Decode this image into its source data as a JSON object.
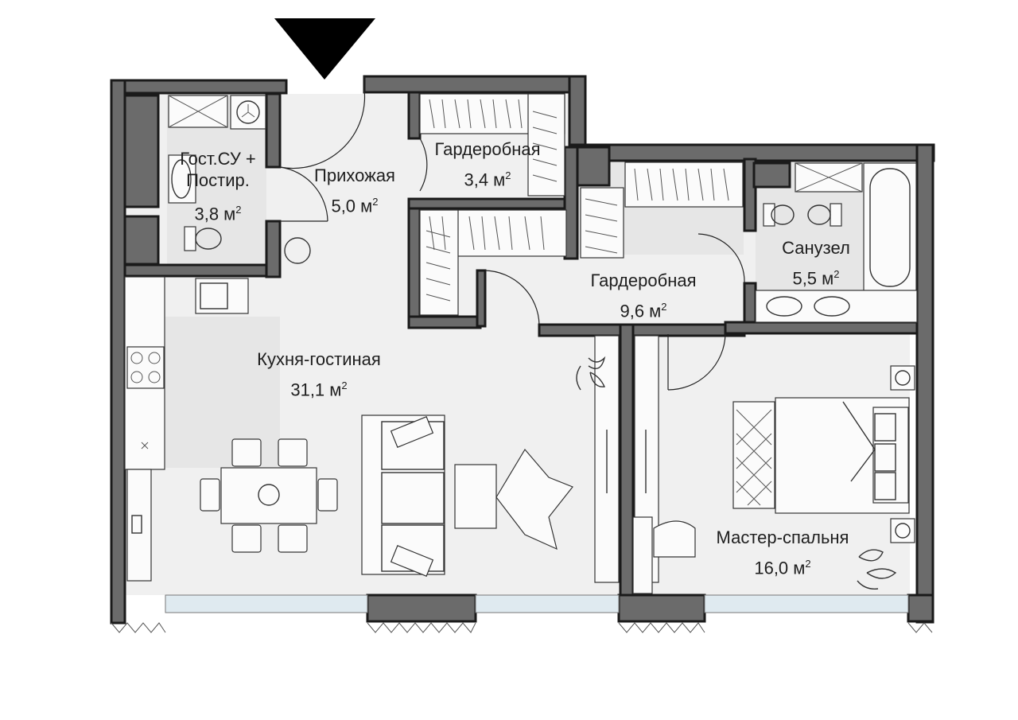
{
  "rooms": [
    {
      "id": "guest-bathroom",
      "name_line1": "Гост.СУ +",
      "name_line2": "Постир.",
      "area": "3,8 м",
      "unit_sup": "2"
    },
    {
      "id": "hallway",
      "name_line1": "Прихожая",
      "area": "5,0 м",
      "unit_sup": "2"
    },
    {
      "id": "wardrobe-small",
      "name_line1": "Гардеробная",
      "area": "3,4 м",
      "unit_sup": "2"
    },
    {
      "id": "bathroom",
      "name_line1": "Санузел",
      "area": "5,5 м",
      "unit_sup": "2"
    },
    {
      "id": "wardrobe-large",
      "name_line1": "Гардеробная",
      "area": "9,6 м",
      "unit_sup": "2"
    },
    {
      "id": "kitchen-living",
      "name_line1": "Кухня-гостиная",
      "area": "31,1 м",
      "unit_sup": "2"
    },
    {
      "id": "master-bedroom",
      "name_line1": "Мастер-спальня",
      "area": "16,0 м",
      "unit_sup": "2"
    }
  ],
  "colors": {
    "wall_fill": "#6b6b6b",
    "floor": "#f0f0f0",
    "tile": "#e6e6e6",
    "window_glass": "#dfeaf0",
    "entrance_marker": "#000000"
  },
  "icons": [
    "entrance-arrow-icon",
    "washing-machine-icon",
    "sink-icon",
    "toilet-icon",
    "bathtub-icon",
    "stove-icon",
    "plant-icon",
    "bed-icon",
    "sofa-icon",
    "dining-table-icon",
    "armchair-icon"
  ]
}
